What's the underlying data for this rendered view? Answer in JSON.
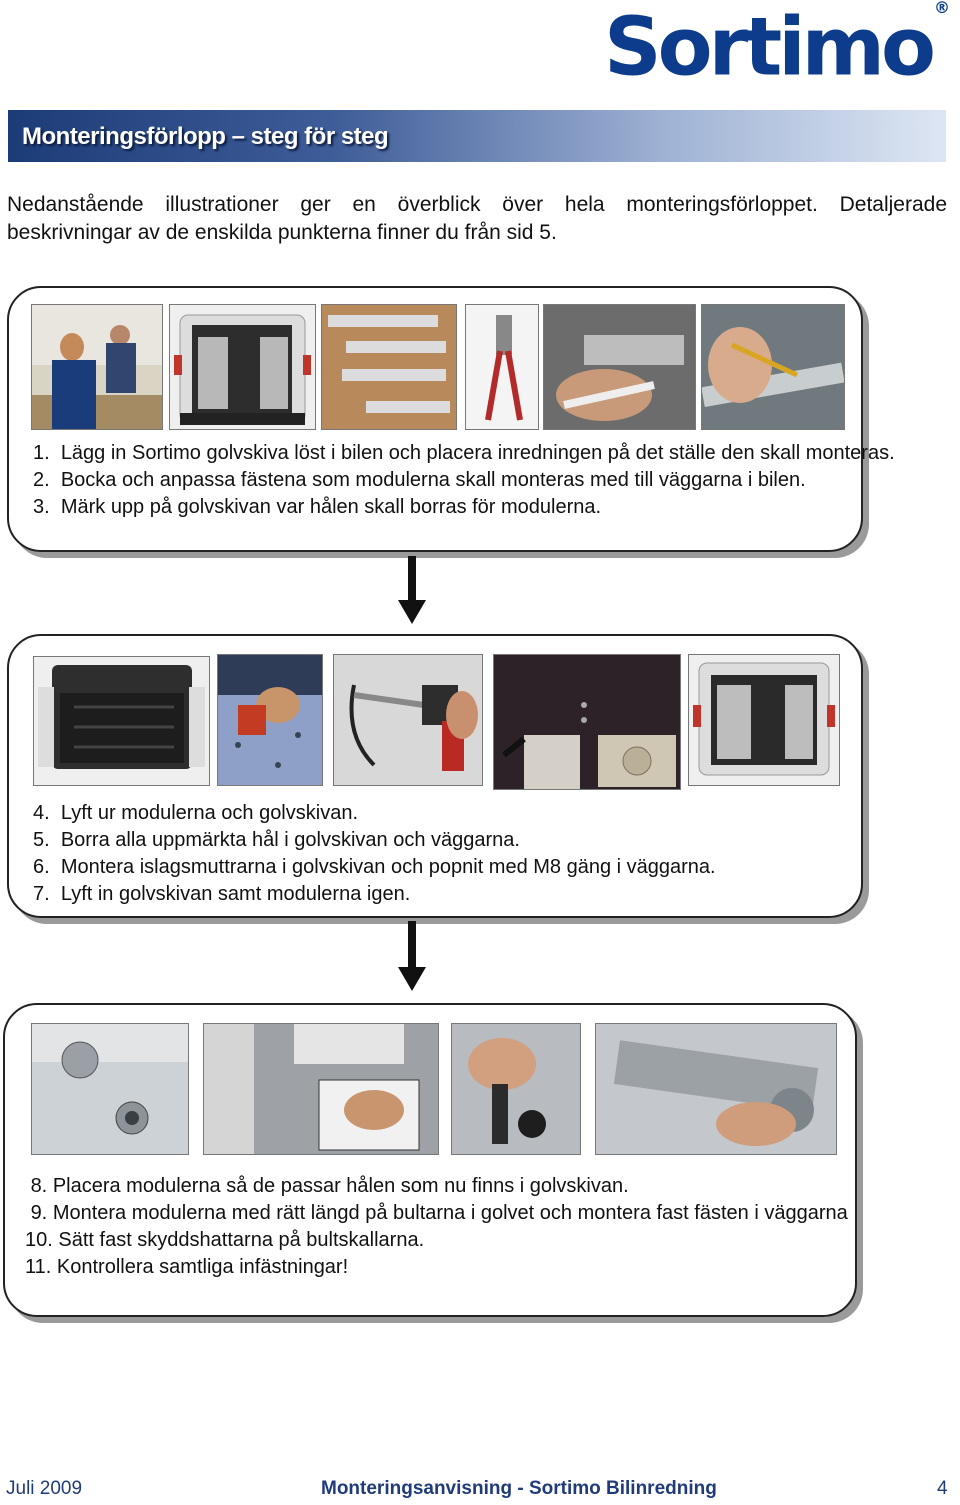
{
  "header": {
    "logo_text": "Sortimo",
    "logo_mark": "®",
    "title": "Monteringsförlopp – steg för steg"
  },
  "intro": "Nedanstående illustrationer ger en överblick över hela monteringsförloppet. Detaljerade beskrivningar av de enskilda punkterna finner du från sid 5.",
  "panels": [
    {
      "photos": [
        "person-loading-van-photo",
        "van-modules-photo",
        "brackets-photo",
        "pliers-photo",
        "marking-hole-photo",
        "pencil-marking-photo"
      ],
      "steps": [
        {
          "num": "1.",
          "text": "Lägg in Sortimo golvskiva löst i bilen och placera inredningen på det ställe den skall monteras."
        },
        {
          "num": "2.",
          "text": "Bocka och anpassa fästena som modulerna skall monteras med till väggarna i bilen."
        },
        {
          "num": "3.",
          "text": "Märk upp på golvskivan var hålen skall borras för modulerna."
        }
      ]
    },
    {
      "photos": [
        "empty-van-floor-photo",
        "drilling-floor-photo",
        "drilling-wall-photo",
        "rivet-nut-photo",
        "finished-van-photo"
      ],
      "steps": [
        {
          "num": "4.",
          "text": "Lyft ur modulerna och golvskivan."
        },
        {
          "num": "5.",
          "text": "Borra alla uppmärkta hål i golvskivan och väggarna."
        },
        {
          "num": "6.",
          "text": "Montera islagsmuttrarna i golvskivan och popnit med M8 gäng i väggarna."
        },
        {
          "num": "7.",
          "text": "Lyft in golvskivan samt modulerna igen."
        }
      ]
    },
    {
      "photos": [
        "bolt-closeup-photo",
        "module-floor-photo",
        "wrench-photo",
        "bracket-wall-photo"
      ],
      "steps": [
        {
          "num": "8.",
          "text": "Placera modulerna så de passar hålen som nu finns i golvskivan."
        },
        {
          "num": "9.",
          "text": "Montera modulerna med rätt längd på bultarna i golvet och montera fast fästen i väggarna"
        },
        {
          "num": "10.",
          "text": "Sätt fast skyddshattarna på bultskallarna."
        },
        {
          "num": "11.",
          "text": "Kontrollera samtliga infästningar!"
        }
      ]
    }
  ],
  "footer": {
    "date": "Juli 2009",
    "doc_title": "Monteringsanvisning -  Sortimo Bilinredning",
    "page": "4"
  },
  "colors": {
    "brand_blue": "#0d3c8c",
    "title_bar_dark": "#1c3c78",
    "footer_blue": "#1f3b7a"
  }
}
